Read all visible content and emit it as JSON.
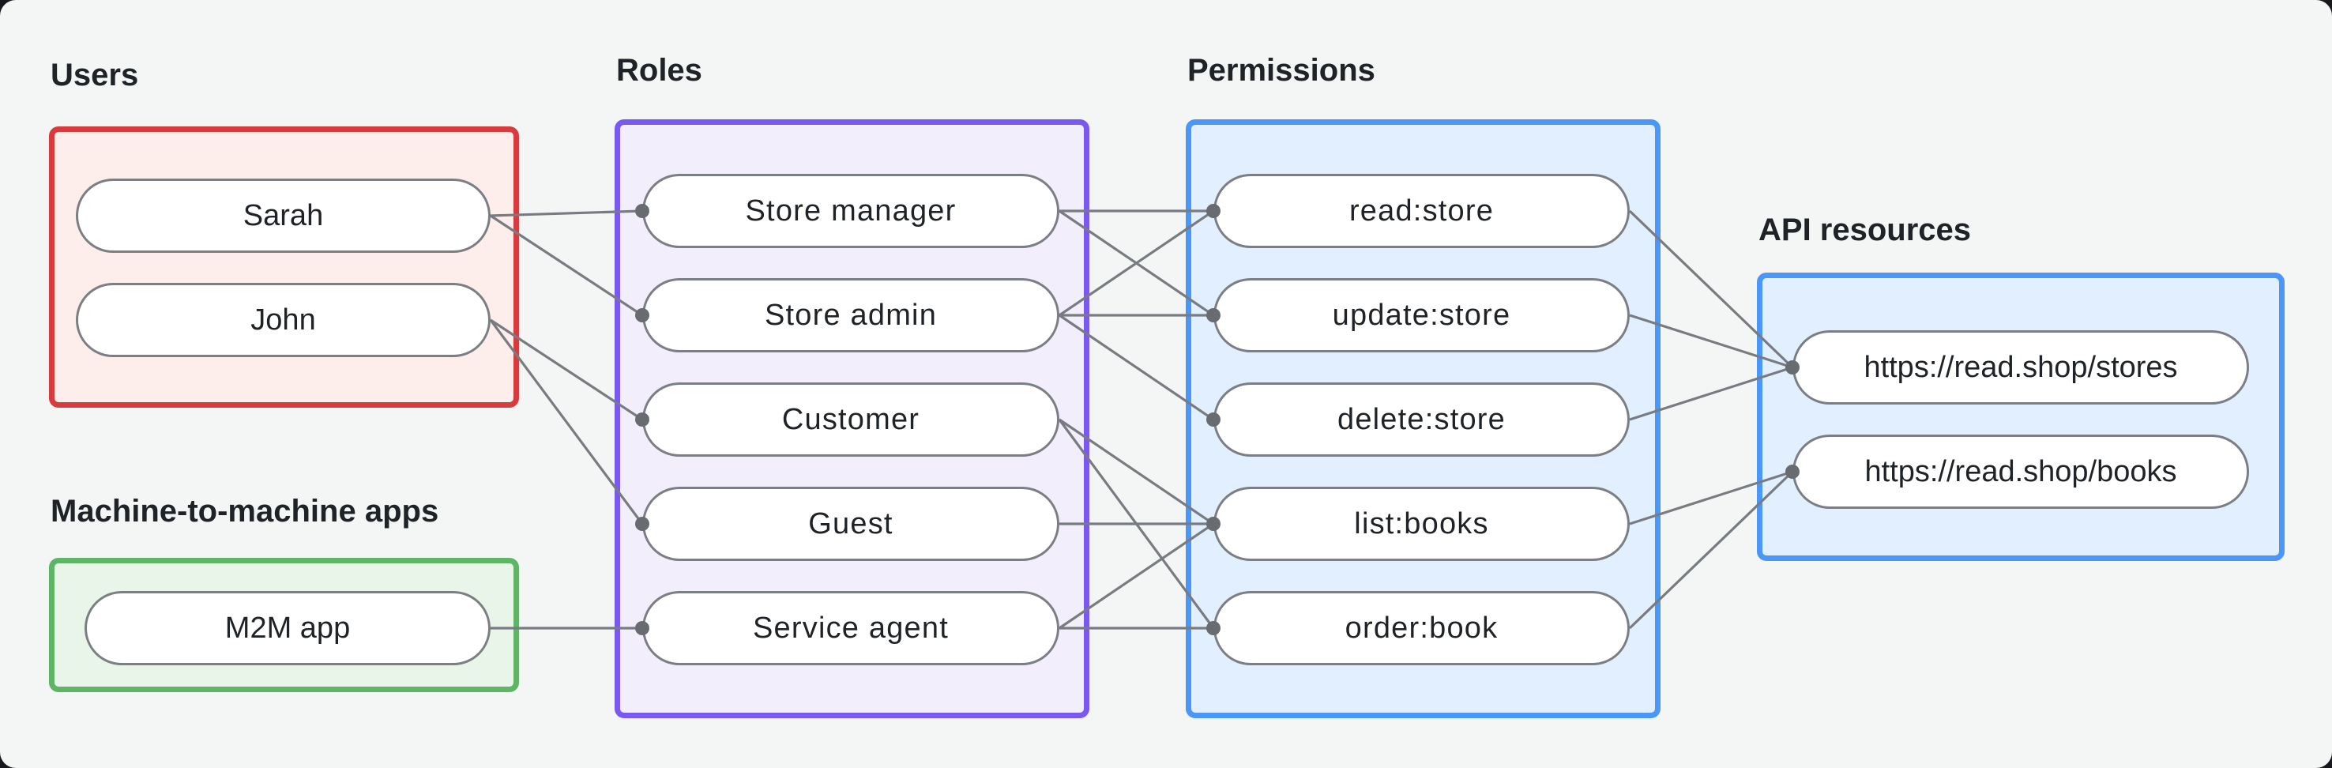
{
  "diagram": {
    "groups": [
      {
        "id": "users",
        "label": "Users",
        "border_color": "#d83a3e",
        "fill_color": "#fdeeec"
      },
      {
        "id": "m2m_apps",
        "label": "Machine-to-machine apps",
        "border_color": "#5eb566",
        "fill_color": "#e9f5e9"
      },
      {
        "id": "roles",
        "label": "Roles",
        "border_color": "#7a58f2",
        "fill_color": "#f3eefc"
      },
      {
        "id": "permissions",
        "label": "Permissions",
        "border_color": "#4a97f8",
        "fill_color": "#e2effe"
      },
      {
        "id": "api_resources",
        "label": "API resources",
        "border_color": "#4a97f8",
        "fill_color": "#e2effe"
      }
    ],
    "nodes": [
      {
        "id": "sarah",
        "label": "Sarah",
        "group": "users"
      },
      {
        "id": "john",
        "label": "John",
        "group": "users"
      },
      {
        "id": "m2m_app",
        "label": "M2M app",
        "group": "m2m_apps"
      },
      {
        "id": "store_manager",
        "label": "Store manager",
        "group": "roles"
      },
      {
        "id": "store_admin",
        "label": "Store admin",
        "group": "roles"
      },
      {
        "id": "customer",
        "label": "Customer",
        "group": "roles"
      },
      {
        "id": "guest",
        "label": "Guest",
        "group": "roles"
      },
      {
        "id": "service_agent",
        "label": "Service agent",
        "group": "roles"
      },
      {
        "id": "read_store",
        "label": "read:store",
        "group": "permissions"
      },
      {
        "id": "update_store",
        "label": "update:store",
        "group": "permissions"
      },
      {
        "id": "delete_store",
        "label": "delete:store",
        "group": "permissions"
      },
      {
        "id": "list_books",
        "label": "list:books",
        "group": "permissions"
      },
      {
        "id": "order_book",
        "label": "order:book",
        "group": "permissions"
      },
      {
        "id": "stores_api",
        "label": "https://read.shop/stores",
        "group": "api_resources"
      },
      {
        "id": "books_api",
        "label": "https://read.shop/books",
        "group": "api_resources"
      }
    ],
    "edges": [
      {
        "from": "sarah",
        "to": "store_manager"
      },
      {
        "from": "sarah",
        "to": "store_admin"
      },
      {
        "from": "john",
        "to": "customer"
      },
      {
        "from": "john",
        "to": "guest"
      },
      {
        "from": "m2m_app",
        "to": "service_agent"
      },
      {
        "from": "store_manager",
        "to": "read_store"
      },
      {
        "from": "store_manager",
        "to": "update_store"
      },
      {
        "from": "store_admin",
        "to": "read_store"
      },
      {
        "from": "store_admin",
        "to": "update_store"
      },
      {
        "from": "store_admin",
        "to": "delete_store"
      },
      {
        "from": "customer",
        "to": "list_books"
      },
      {
        "from": "customer",
        "to": "order_book"
      },
      {
        "from": "guest",
        "to": "list_books"
      },
      {
        "from": "service_agent",
        "to": "list_books"
      },
      {
        "from": "service_agent",
        "to": "order_book"
      },
      {
        "from": "read_store",
        "to": "stores_api"
      },
      {
        "from": "update_store",
        "to": "stores_api"
      },
      {
        "from": "delete_store",
        "to": "stores_api"
      },
      {
        "from": "list_books",
        "to": "books_api"
      },
      {
        "from": "order_book",
        "to": "books_api"
      }
    ],
    "colors": {
      "canvas_bg": "#f4f6f5",
      "backdrop": "#17191c",
      "edge": "#787c80",
      "dot": "#686c71",
      "node_border": "#7b7f84",
      "node_fill": "#ffffff",
      "text": "#1f2327"
    }
  }
}
